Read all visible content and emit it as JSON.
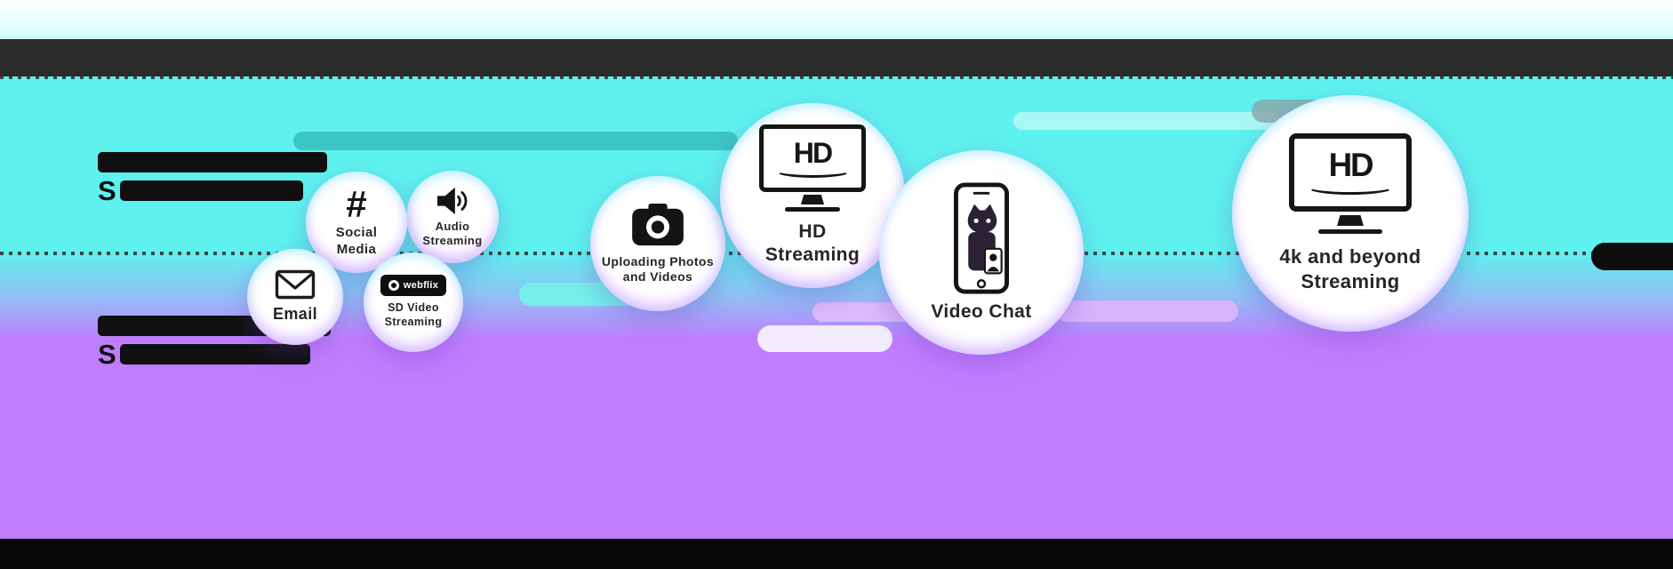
{
  "palette": {
    "top_strip": "#eafffe",
    "header_bar": "#2a2a2a",
    "cyan_background": "#5ff1ee",
    "purple_background": "#c07dfe",
    "footer_bar": "#060606",
    "bubble_fill": "#ffffff",
    "label_text": "#262626",
    "redacted_bar": "#101010",
    "capsule_dark_teal": "#3cc6c2",
    "capsule_light_cyan": "#a9f8f5",
    "capsule_light_purple": "#d9b4fc"
  },
  "left_headings": [
    {
      "visible_text": "S"
    },
    {
      "visible_text": "S"
    }
  ],
  "bubbles": [
    {
      "id": "email",
      "label": "Email",
      "icon": "envelope-icon"
    },
    {
      "id": "social-media",
      "label": "Social Media",
      "icon": "hashtag-icon",
      "icon_glyph": "#"
    },
    {
      "id": "audio-streaming",
      "label": "Audio Streaming",
      "icon": "speaker-icon"
    },
    {
      "id": "sd-video-streaming",
      "label": "SD Video Streaming",
      "icon": "webflix-badge-icon",
      "icon_text": "webflix"
    },
    {
      "id": "uploading-photos-videos",
      "label": "Uploading Photos and Videos",
      "icon": "camera-icon"
    },
    {
      "id": "hd-streaming",
      "label": "HD Streaming",
      "icon": "hd-tv-icon",
      "icon_text": "HD"
    },
    {
      "id": "video-chat",
      "label": "Video Chat",
      "icon": "video-chat-phone-icon"
    },
    {
      "id": "4k-beyond-streaming",
      "label": "4k and beyond Streaming",
      "icon": "hd-tv-icon",
      "icon_text": "HD"
    }
  ]
}
